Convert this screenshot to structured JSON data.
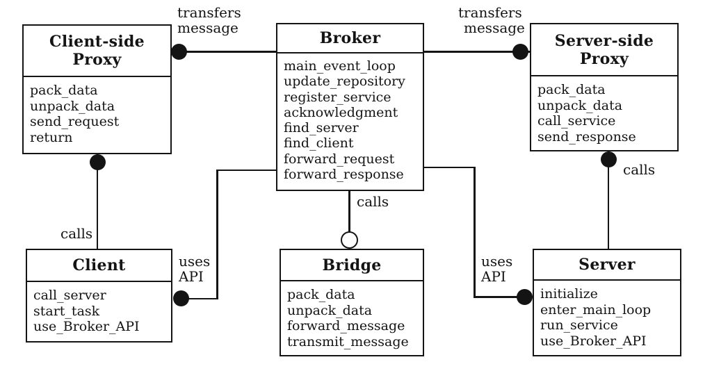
{
  "diagram": {
    "pattern_name": "Broker pattern class diagram",
    "colors": {
      "ink": "#141414",
      "background": "#ffffff"
    },
    "classes": [
      {
        "name": "Client-side Proxy",
        "title_lines": [
          "Client-side",
          "Proxy"
        ],
        "methods": [
          "pack_data",
          "unpack_data",
          "send_request",
          "return"
        ]
      },
      {
        "name": "Broker",
        "title_lines": [
          "Broker"
        ],
        "methods": [
          "main_event_loop",
          "update_repository",
          "register_service",
          "acknowledgment",
          "find_server",
          "find_client",
          "forward_request",
          "forward_response"
        ]
      },
      {
        "name": "Server-side Proxy",
        "title_lines": [
          "Server-side",
          "Proxy"
        ],
        "methods": [
          "pack_data",
          "unpack_data",
          "call_service",
          "send_response"
        ]
      },
      {
        "name": "Client",
        "title_lines": [
          "Client"
        ],
        "methods": [
          "call_server",
          "start_task",
          "use_Broker_API"
        ]
      },
      {
        "name": "Bridge",
        "title_lines": [
          "Bridge"
        ],
        "methods": [
          "pack_data",
          "unpack_data",
          "forward_message",
          "transmit_message"
        ]
      },
      {
        "name": "Server",
        "title_lines": [
          "Server"
        ],
        "methods": [
          "initialize",
          "enter_main_loop",
          "run_service",
          "use_Broker_API"
        ]
      }
    ],
    "connections": [
      {
        "from": "Client-side Proxy",
        "to": "Broker",
        "terminator": "filled-circle",
        "label_lines": [
          "transfers",
          "message"
        ]
      },
      {
        "from": "Broker",
        "to": "Server-side Proxy",
        "terminator": "filled-circle",
        "label_lines": [
          "transfers",
          "message"
        ]
      },
      {
        "from": "Client-side Proxy",
        "to": "Client",
        "terminator": "filled-circle",
        "label_lines": [
          "calls"
        ]
      },
      {
        "from": "Server-side Proxy",
        "to": "Server",
        "terminator": "filled-circle",
        "label_lines": [
          "calls"
        ]
      },
      {
        "from": "Broker",
        "to": "Bridge",
        "terminator": "open-circle",
        "label_lines": [
          "calls"
        ]
      },
      {
        "from": "Client",
        "to": "Broker",
        "terminator": "filled-circle",
        "label_lines": [
          "uses",
          "API"
        ]
      },
      {
        "from": "Server",
        "to": "Broker",
        "terminator": "filled-circle",
        "label_lines": [
          "uses",
          "API"
        ]
      }
    ]
  }
}
